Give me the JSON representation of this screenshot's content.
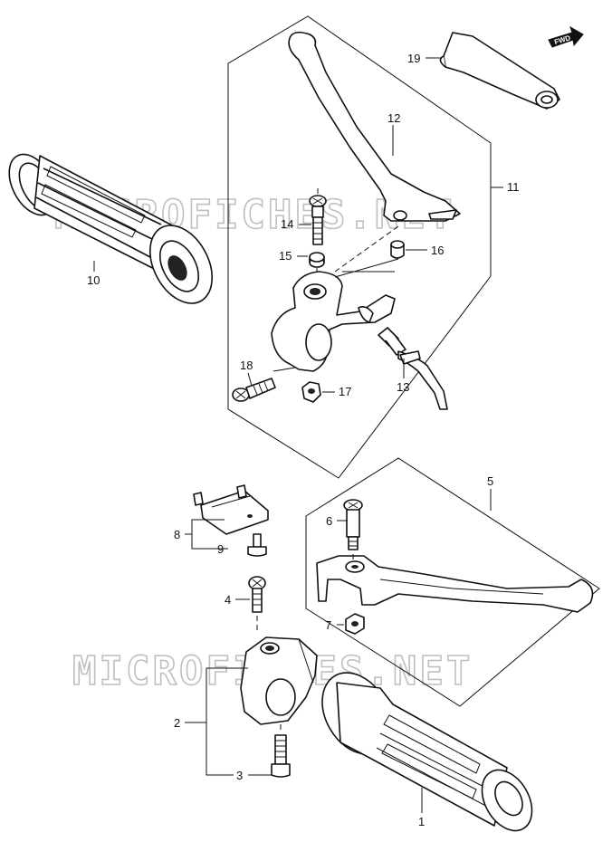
{
  "watermark": "MICROFICHES.NET",
  "direction_badge": "FWD",
  "callouts": [
    {
      "id": "c1",
      "label": "1"
    },
    {
      "id": "c2",
      "label": "2"
    },
    {
      "id": "c3",
      "label": "3"
    },
    {
      "id": "c4",
      "label": "4"
    },
    {
      "id": "c5",
      "label": "5"
    },
    {
      "id": "c6",
      "label": "6"
    },
    {
      "id": "c7",
      "label": "7"
    },
    {
      "id": "c8",
      "label": "8"
    },
    {
      "id": "c9",
      "label": "9"
    },
    {
      "id": "c10",
      "label": "10"
    },
    {
      "id": "c11",
      "label": "11"
    },
    {
      "id": "c12",
      "label": "12"
    },
    {
      "id": "c13",
      "label": "13"
    },
    {
      "id": "c14",
      "label": "14"
    },
    {
      "id": "c15",
      "label": "15"
    },
    {
      "id": "c16",
      "label": "16"
    },
    {
      "id": "c17",
      "label": "17"
    },
    {
      "id": "c18",
      "label": "18"
    },
    {
      "id": "c19",
      "label": "19"
    }
  ]
}
